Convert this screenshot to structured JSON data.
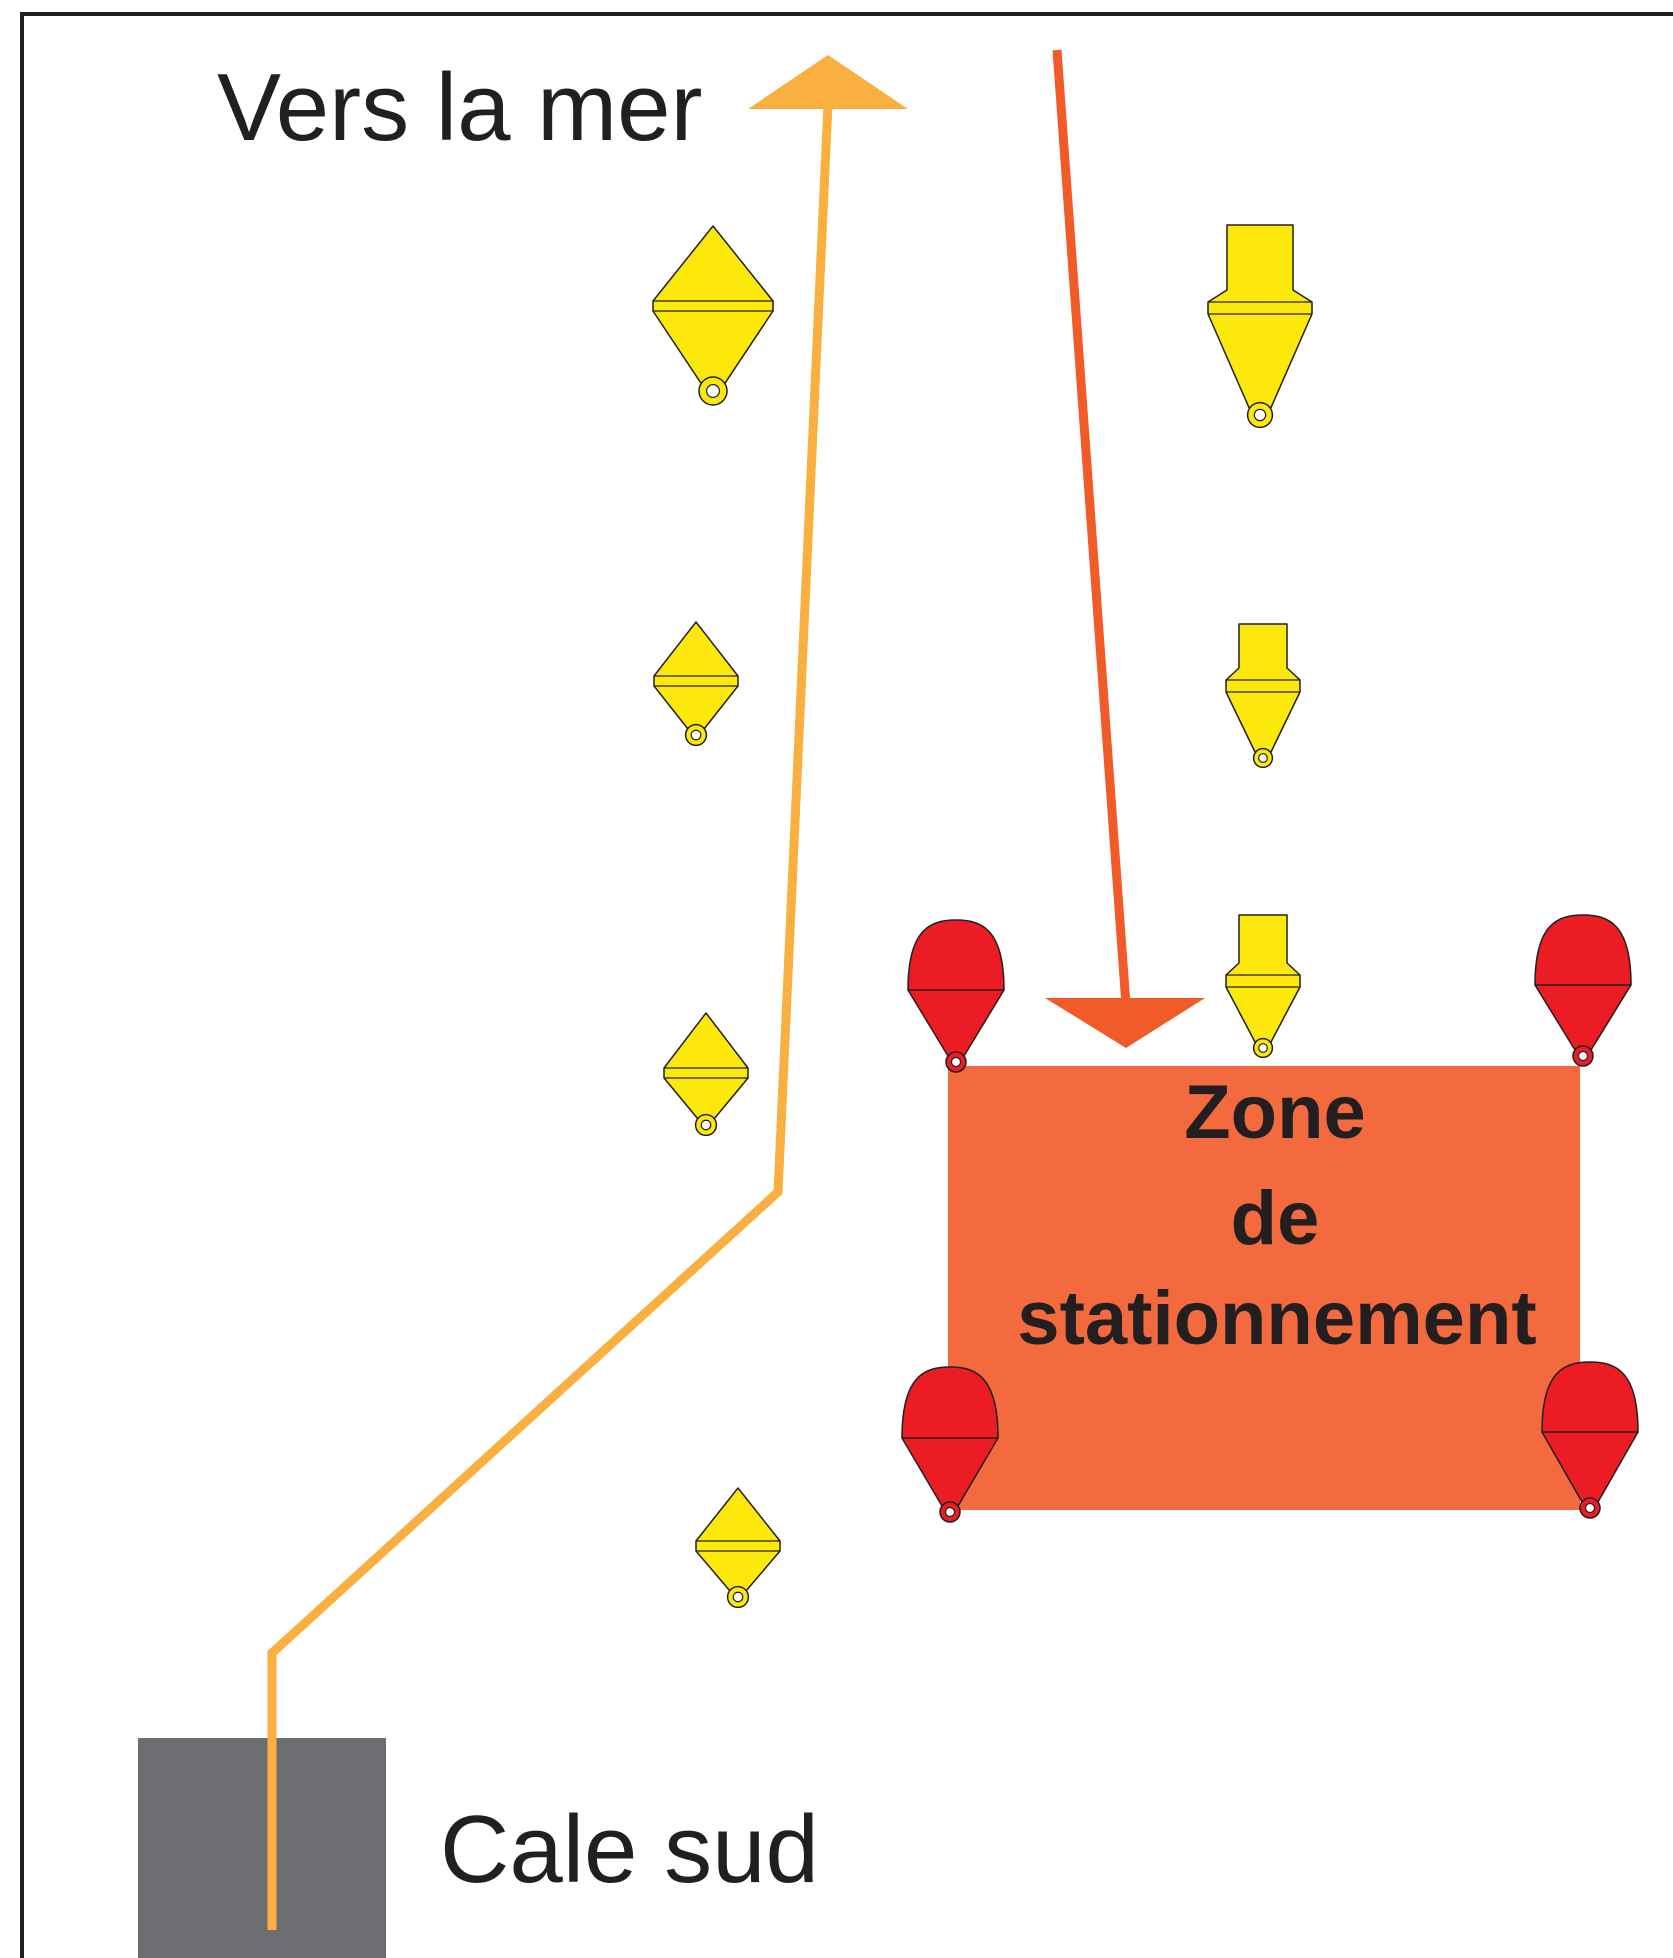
{
  "labels": {
    "sea": "Vers la mer",
    "slipway": "Cale sud",
    "zone_line1": "Zone",
    "zone_line2": "de",
    "zone_line3": "stationnement"
  },
  "colors": {
    "frame": "#231f20",
    "route_out": "#f9b040",
    "route_in": "#f15a29",
    "zone_fill": "#f26a3d",
    "slipway": "#6d6e71",
    "yellow_buoy": "#fce80a",
    "red_buoy": "#ec1c24",
    "buoy_stroke": "#231f20"
  },
  "legend": {}
}
